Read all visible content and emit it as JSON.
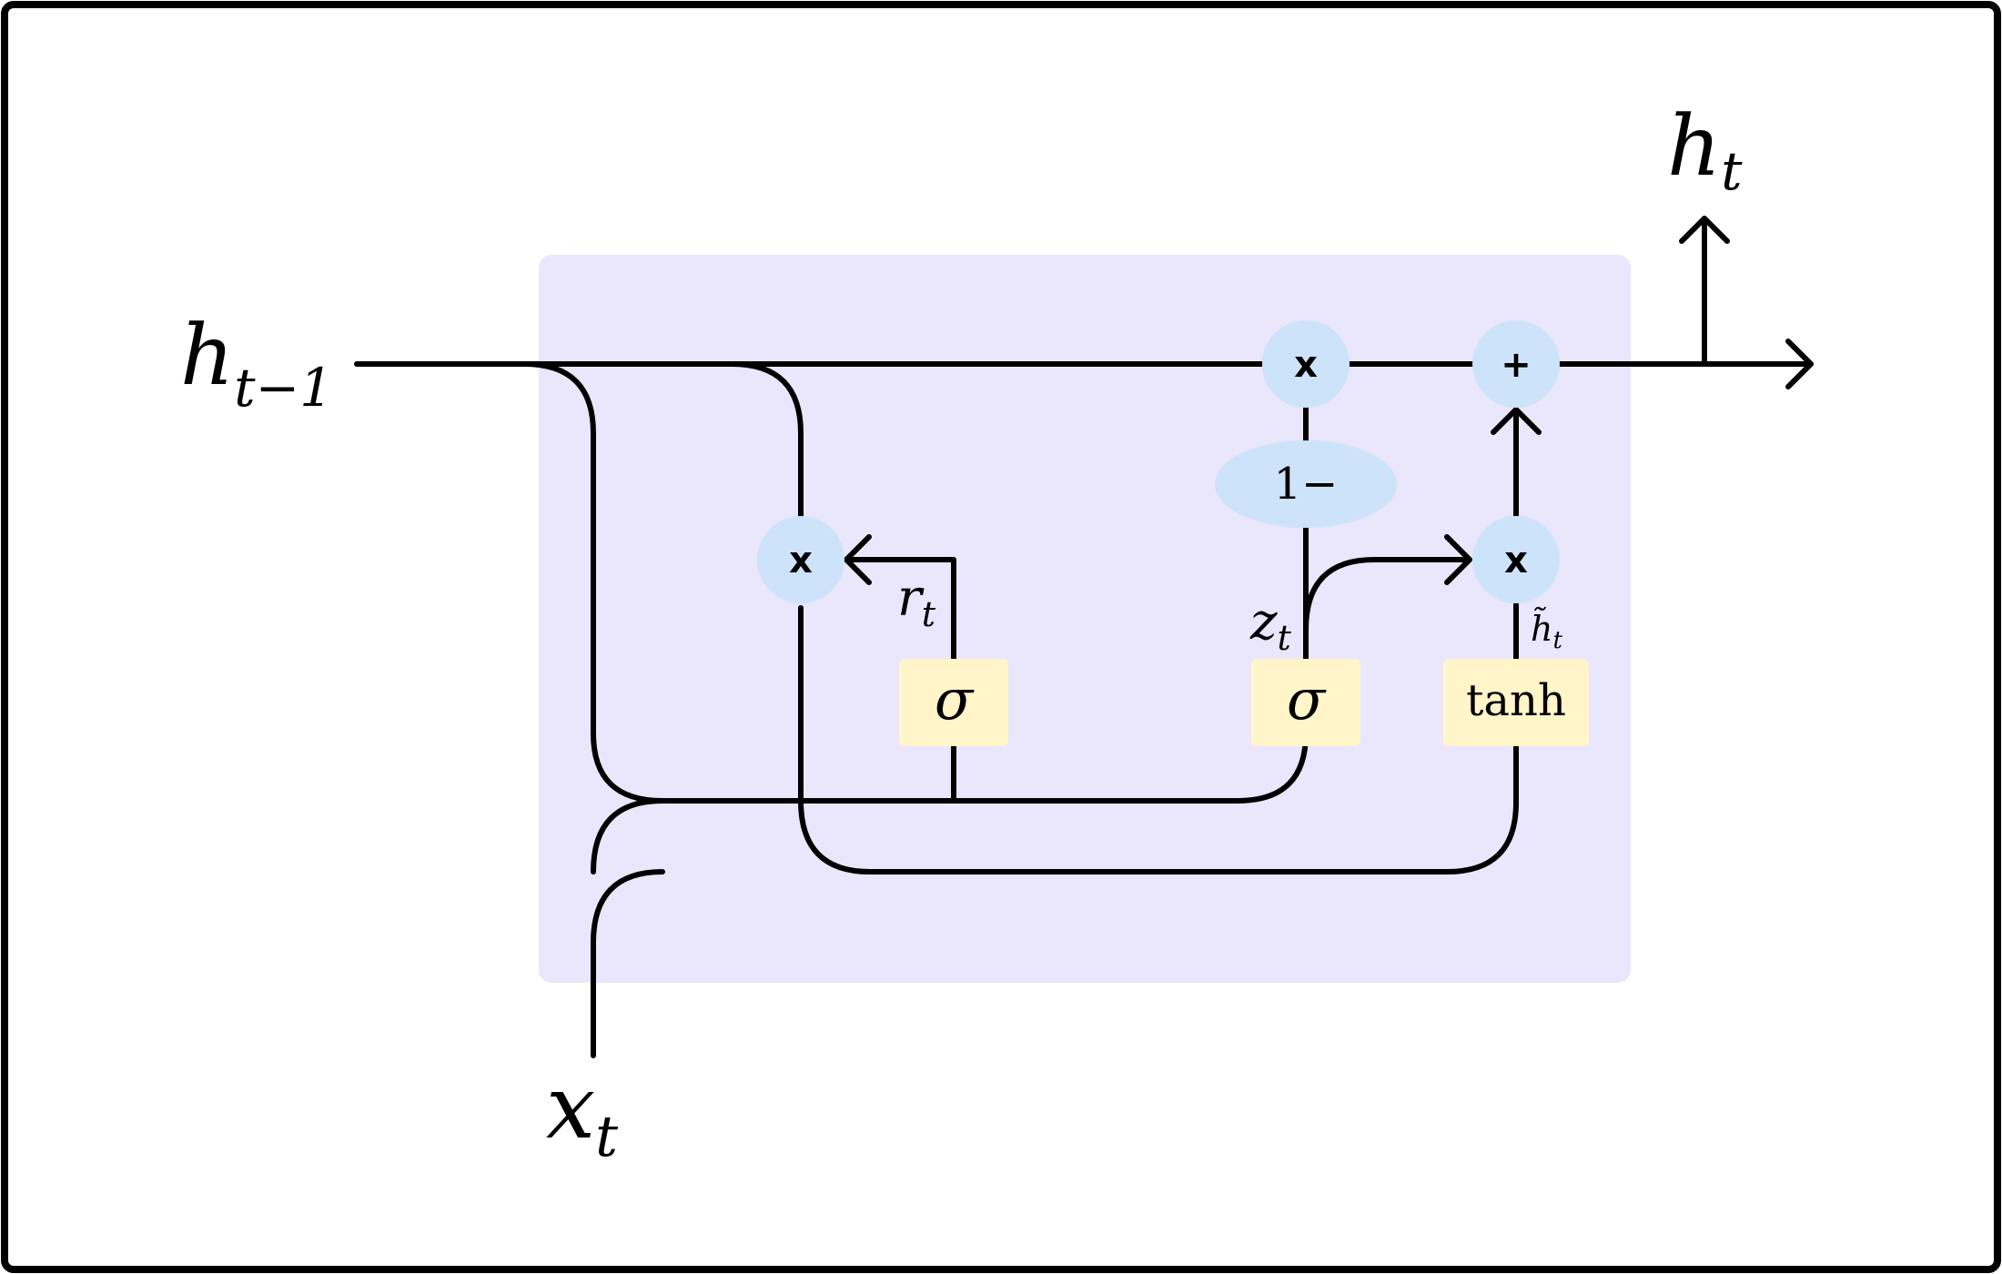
{
  "colors": {
    "cell_background": "#EAE6FC",
    "operator_fill": "#CCE3FA",
    "gate_fill": "#FFF5C8",
    "wire": "#000000",
    "frame": "#000000"
  },
  "labels": {
    "h_prev": {
      "base": "h",
      "sub": "t−1"
    },
    "h_out": {
      "base": "h",
      "sub": "t"
    },
    "x_in": {
      "base": "x",
      "sub": "t"
    },
    "r_t": {
      "base": "r",
      "sub": "t"
    },
    "z_t": {
      "base": "z",
      "sub": "t"
    },
    "h_tilde": {
      "base": "h̃",
      "sub": "t"
    }
  },
  "operators": {
    "multiply": "x",
    "add": "+",
    "one_minus": "1−"
  },
  "gates": {
    "reset_sigma": "σ",
    "update_sigma": "σ",
    "candidate": "tanh"
  }
}
